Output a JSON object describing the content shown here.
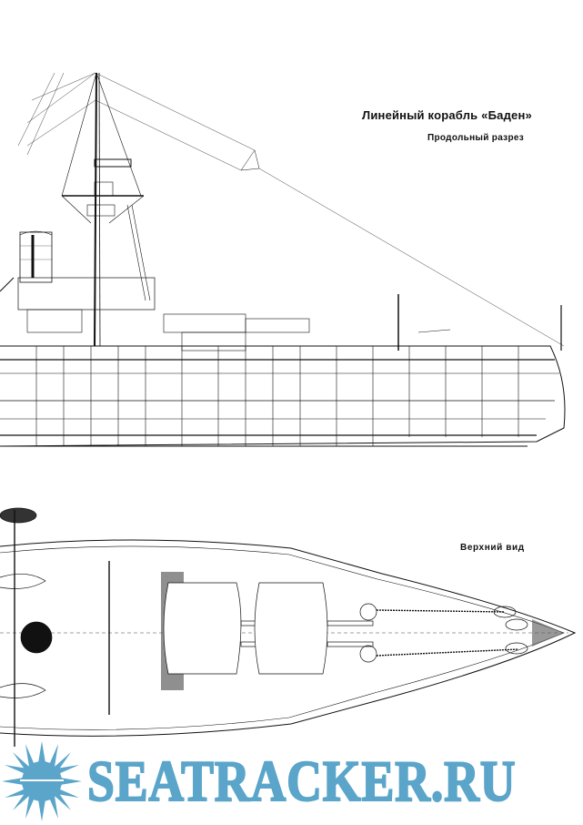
{
  "document": {
    "title": "Линейный корабль «Баден»",
    "subtitle": "Продольный разрез",
    "plan_view_label": "Верхний вид"
  },
  "figures": [
    {
      "name": "side-profile",
      "caption": "Продольный разрез"
    },
    {
      "name": "top-plan",
      "caption": "Верхний вид"
    }
  ],
  "watermark": {
    "text": "SEATRACKER.RU",
    "icon": "sun-over-sea-icon",
    "color": "#5aa5c9"
  }
}
